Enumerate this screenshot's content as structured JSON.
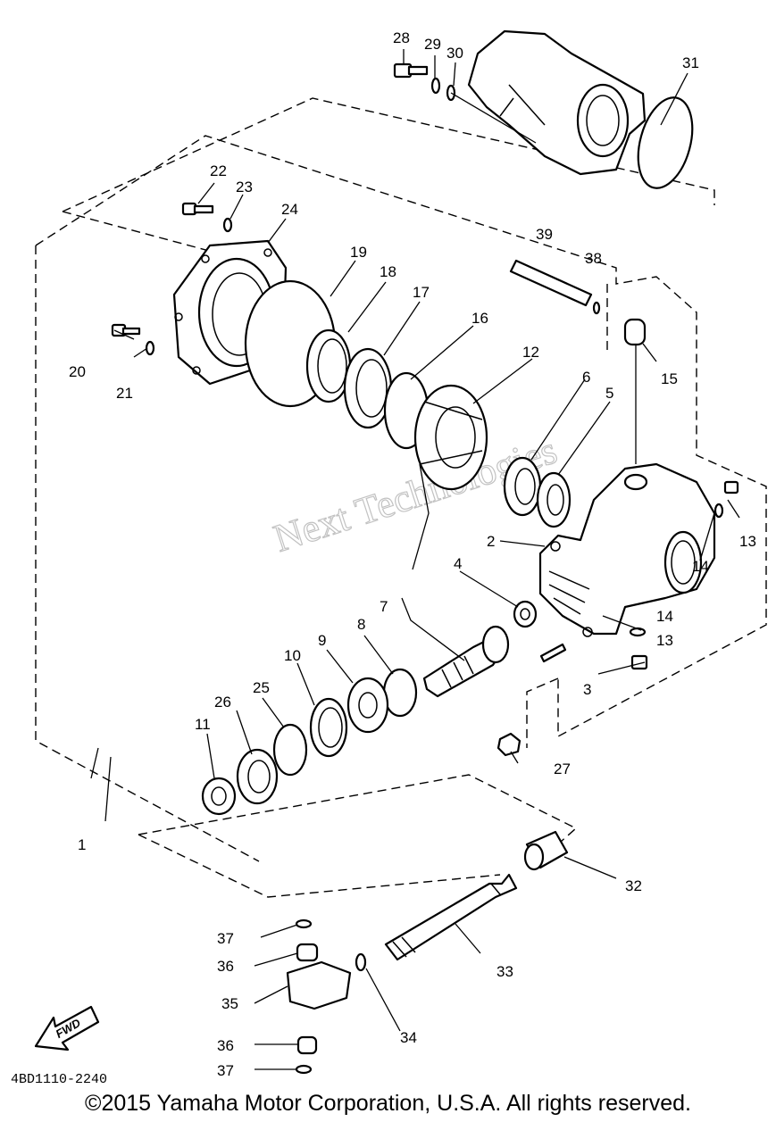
{
  "diagram": {
    "part_numbers": [
      "1",
      "2",
      "3",
      "4",
      "5",
      "6",
      "7",
      "8",
      "9",
      "10",
      "11",
      "12",
      "13",
      "13",
      "14",
      "14",
      "15",
      "16",
      "17",
      "18",
      "19",
      "20",
      "21",
      "22",
      "23",
      "24",
      "25",
      "26",
      "27",
      "28",
      "29",
      "30",
      "31",
      "32",
      "33",
      "34",
      "35",
      "36",
      "36",
      "37",
      "37",
      "38",
      "39"
    ],
    "drawing_code": "4BD1110-2240",
    "fwd_label": "FWD",
    "watermark": "Next Technologies"
  },
  "footer": {
    "copyright": "©2015 Yamaha Motor Corporation, U.S.A. All rights reserved."
  }
}
